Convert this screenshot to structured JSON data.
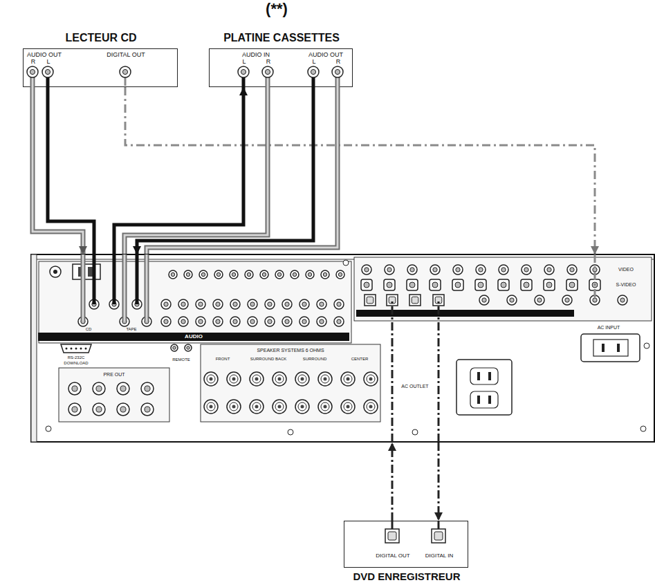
{
  "diagram": {
    "nodes": [
      {
        "text": [
          "LECTEUR CD",
          "AUDIO OUT",
          "DIGITAL OUT",
          "R",
          "L"
        ]
      },
      {
        "text": [
          "PLATINE CASSETTES",
          "AUDIO IN",
          "AUDIO OUT",
          "L",
          "R",
          "L",
          "R"
        ]
      },
      {
        "text": [
          "VIDEO",
          "S-VIDEO",
          "AUDIO",
          "CD",
          "TAPE",
          "RS-232C",
          "DOWNLOAD",
          "REMOTE",
          "PRE OUT",
          "SPEAKER SYSTEMS 6 OHMS",
          "FRONT",
          "SURROUND BACK",
          "SURROUND",
          "CENTER",
          "AC OUTLET",
          "AC INPUT"
        ]
      },
      {
        "text": [
          "DVD ENREGISTREUR",
          "DIGITAL OUT",
          "DIGITAL IN"
        ]
      }
    ],
    "edges": [
      {
        "from": 0,
        "to": 2,
        "arrow": "to"
      },
      {
        "from": 0,
        "to": 2,
        "arrow": "none"
      },
      {
        "from": 0,
        "to": 2,
        "arrow": "to"
      },
      {
        "from": 2,
        "to": 1,
        "arrow": "to"
      },
      {
        "from": 2,
        "to": 1,
        "arrow": "none"
      },
      {
        "from": 1,
        "to": 2,
        "arrow": "to"
      },
      {
        "from": 1,
        "to": 2,
        "arrow": "none"
      },
      {
        "from": 3,
        "to": 2,
        "arrow": "to"
      },
      {
        "from": 2,
        "to": 3,
        "arrow": "to"
      }
    ],
    "labels": [
      "(**)"
    ]
  }
}
